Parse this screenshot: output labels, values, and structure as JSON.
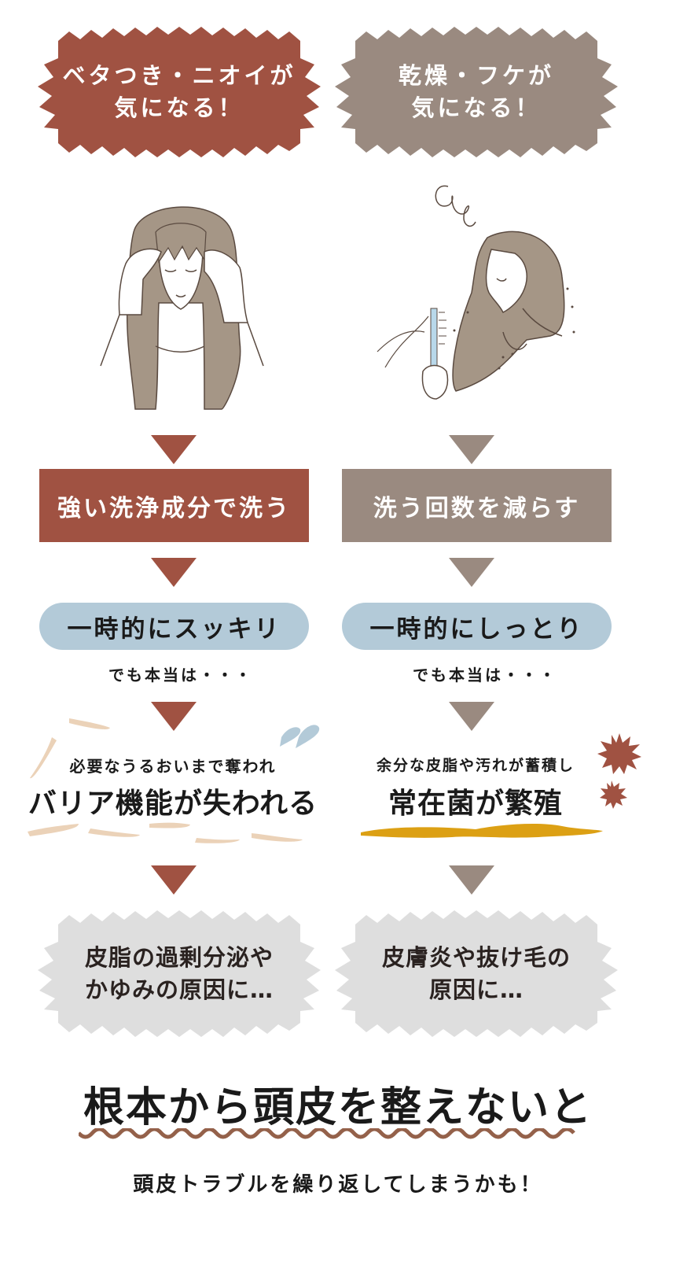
{
  "colors": {
    "red": "#A05242",
    "taupe": "#9A8A80",
    "pill_blue": "#B3CAD8",
    "burst_gray": "#DEDEDE",
    "wave_brown": "#94614A",
    "beige_stroke": "#EBD2B8",
    "water_blue": "#B3CAD8",
    "oil_gold": "#DCA014"
  },
  "left": {
    "header": {
      "line1": "ベタつき・ニオイが",
      "line2": "気になる！"
    },
    "illustration": "woman-touching-oily-scalp",
    "step": "強い洗浄成分で洗う",
    "result": "一時的にスッキリ",
    "but": "でも本当は・・・",
    "consequence": {
      "sub": "必要なうるおいまで奪われ",
      "headline": "バリア機能が失われる"
    },
    "outcome": {
      "line1": "皮脂の過剰分泌や",
      "line2": "かゆみの原因に…"
    }
  },
  "right": {
    "header": {
      "line1": "乾燥・フケが",
      "line2": "気になる！"
    },
    "illustration": "woman-brushing-dry-hair",
    "step": "洗う回数を減らす",
    "result": "一時的にしっとり",
    "but": "でも本当は・・・",
    "consequence": {
      "sub": "余分な皮脂や汚れが蓄積し",
      "headline": "常在菌が繁殖"
    },
    "outcome": {
      "line1": "皮膚炎や抜け毛の",
      "line2": "原因に…"
    }
  },
  "conclusion": {
    "title": "根本から頭皮を整えないと",
    "closing": "頭皮トラブルを繰り返してしまうかも！"
  }
}
